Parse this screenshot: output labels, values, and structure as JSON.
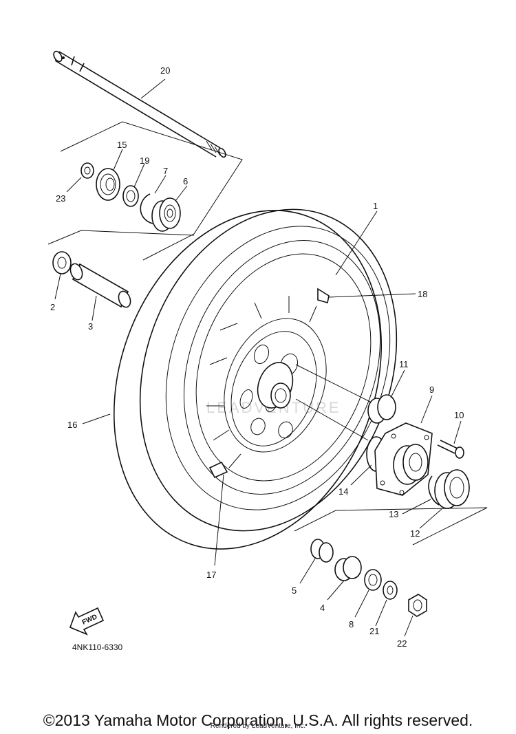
{
  "diagram": {
    "part_numbers": [
      "1",
      "2",
      "3",
      "4",
      "5",
      "6",
      "7",
      "8",
      "9",
      "10",
      "11",
      "12",
      "13",
      "14",
      "15",
      "16",
      "17",
      "18",
      "19",
      "20",
      "21",
      "22",
      "23"
    ],
    "direction_label": "FWD",
    "diagram_code": "4NK110-6330",
    "watermark": "LEADVENTURE"
  },
  "footer": {
    "copyright": "©2013 Yamaha Motor Corporation, U.S.A. All rights reserved.",
    "rendered_by": "Rendered by LeadVenture, Inc."
  }
}
